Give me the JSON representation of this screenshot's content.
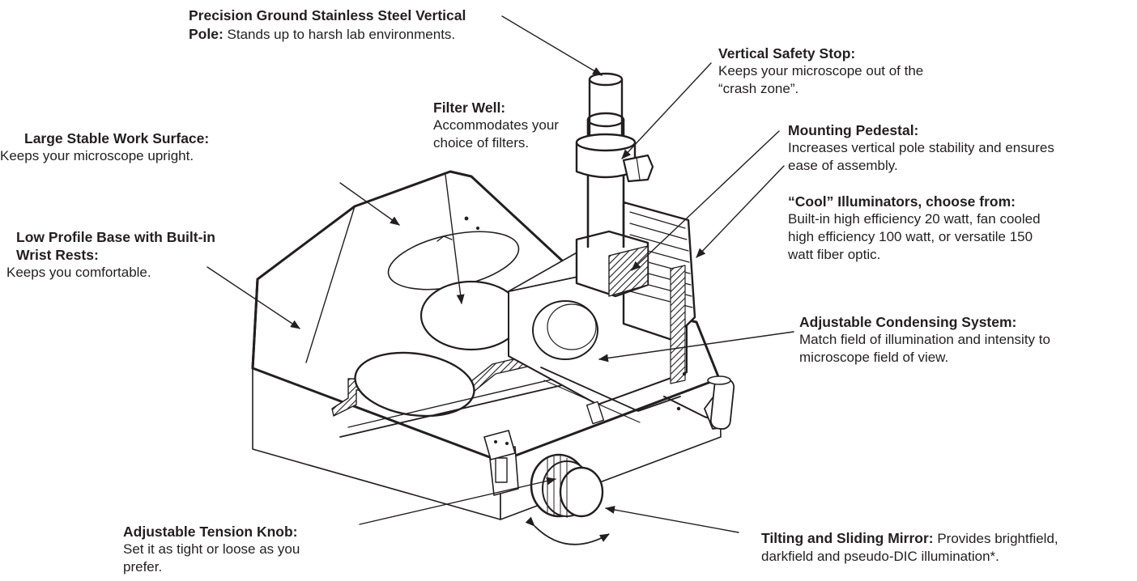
{
  "colors": {
    "ink": "#231f20",
    "paper": "#ffffff",
    "hatch": "#231f20"
  },
  "callouts": {
    "pole": {
      "title": "Precision Ground Stainless Steel Vertical Pole:",
      "text": "Stands up to harsh lab environments."
    },
    "safety_stop": {
      "title": "Vertical Safety Stop:",
      "text": "Keeps your microscope out of  the “crash zone”."
    },
    "filter_well": {
      "title": "Filter Well:",
      "text": "Accommodates your choice of filters."
    },
    "work_surface": {
      "title": "Large Stable Work Surface:",
      "text": "Keeps your microscope upright."
    },
    "pedestal": {
      "title": "Mounting Pedestal:",
      "text": "Increases vertical pole stability and ensures ease of assembly."
    },
    "illuminators": {
      "title": "“Cool” Illuminators, choose from:",
      "text": "Built-in high efficiency 20 watt, fan cooled high efficiency 100 watt, or versatile 150 watt fiber optic."
    },
    "base": {
      "title": "Low Profile Base with Built-in Wrist Rests:",
      "text": "Keeps you comfortable."
    },
    "condensing": {
      "title": "Adjustable Condensing System:",
      "text": "Match field of illumination and intensity to microscope field of view."
    },
    "tension": {
      "title": "Adjustable Tension Knob:",
      "text": "Set it as tight or loose as you prefer."
    },
    "mirror": {
      "title": "Tilting and Sliding Mirror:",
      "text": "Provides brightfield, darkfield and pseudo-DIC illumination*."
    }
  }
}
